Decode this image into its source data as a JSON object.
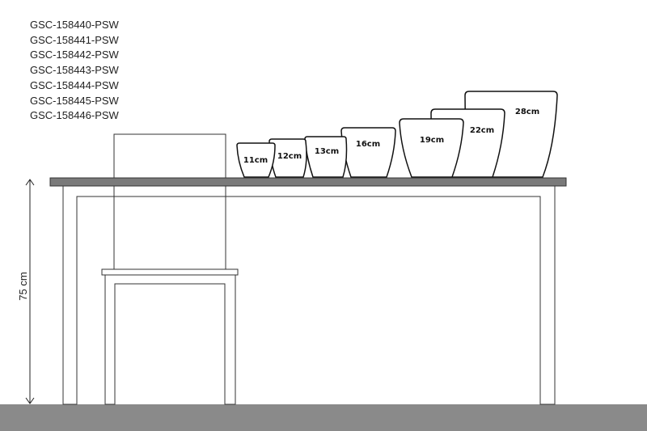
{
  "product_codes": [
    "GSC-158440-PSW",
    "GSC-158441-PSW",
    "GSC-158442-PSW",
    "GSC-158443-PSW",
    "GSC-158444-PSW",
    "GSC-158445-PSW",
    "GSC-158446-PSW"
  ],
  "height_label": "75 cm",
  "pots": [
    {
      "label": "11cm"
    },
    {
      "label": "12cm"
    },
    {
      "label": "13cm"
    },
    {
      "label": "16cm"
    },
    {
      "label": "19cm"
    },
    {
      "label": "22cm"
    },
    {
      "label": "28cm"
    }
  ],
  "colors": {
    "floor": "#8a8a8a",
    "tabletop": "#7a7a7a",
    "line": "#222222"
  }
}
